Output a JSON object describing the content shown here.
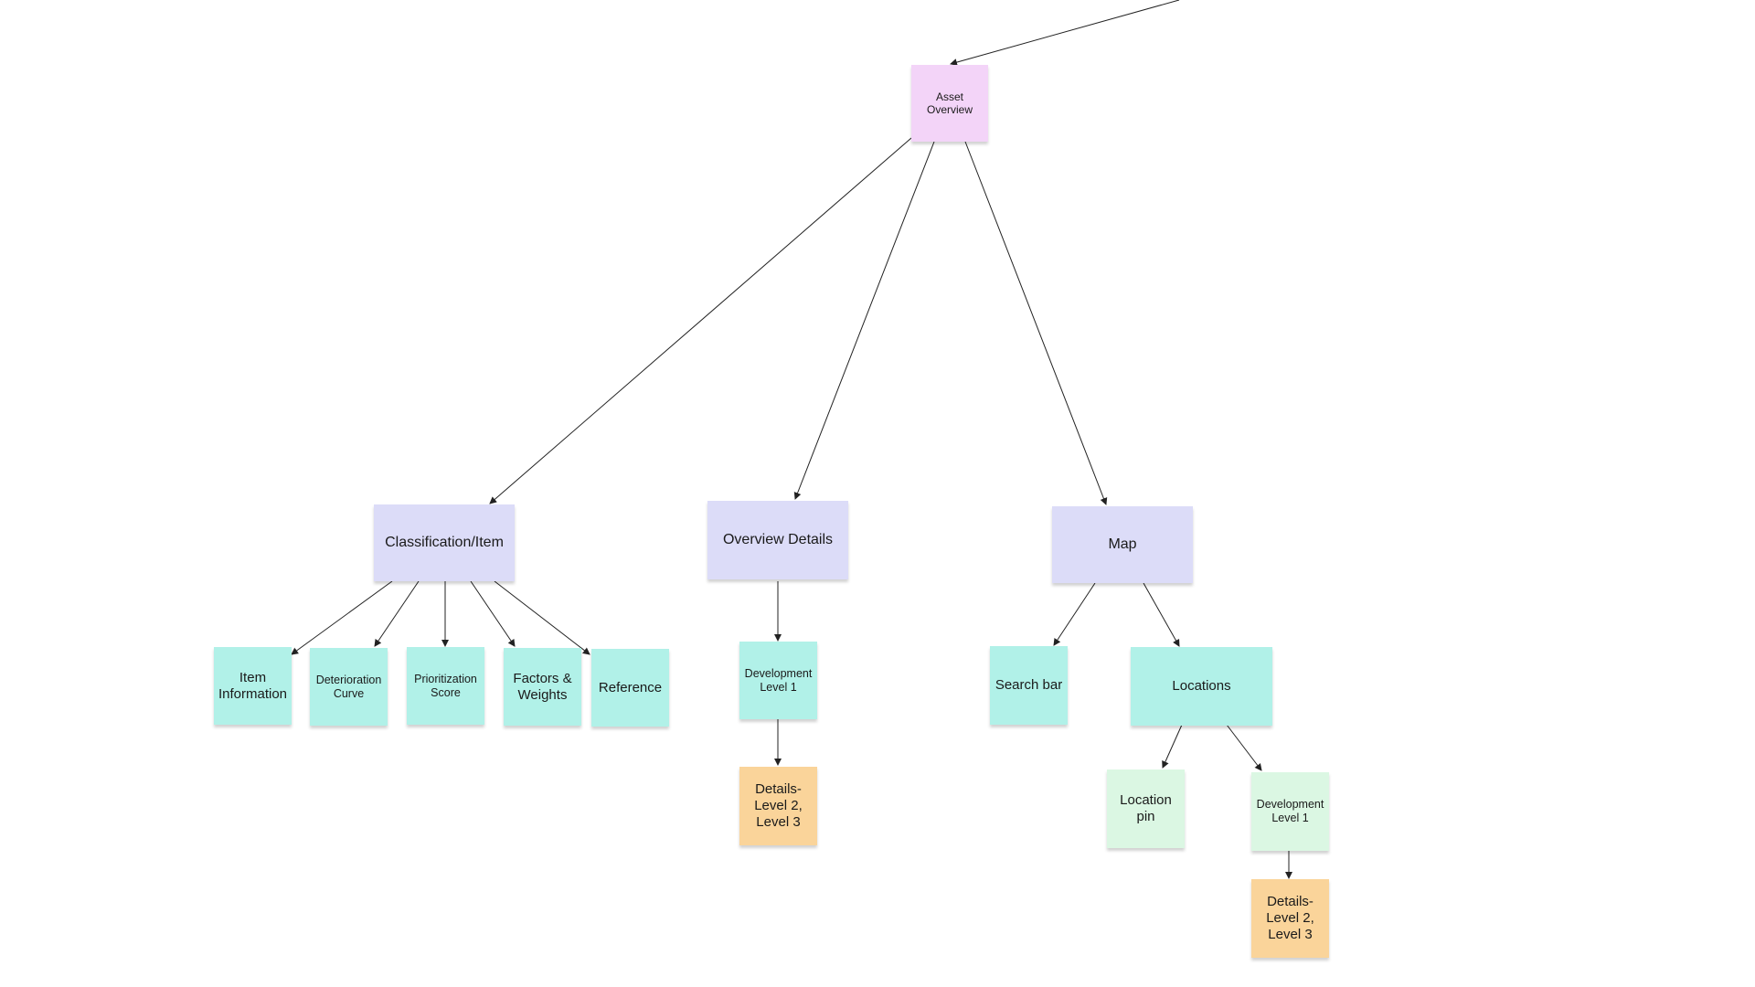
{
  "colors": {
    "root": "#f3d4f8",
    "category": "#dcdcf8",
    "leaf": "#b1f1e8",
    "leaf_light": "#dbf7e3",
    "detail": "#fad49a",
    "edge": "#222222"
  },
  "nodes": {
    "asset_overview": "Asset\nOverview",
    "classification_item": "Classification/Item",
    "overview_details": "Overview Details",
    "map": "Map",
    "item_information": "Item\nInformation",
    "deterioration_curve": "Deterioration\nCurve",
    "prioritization_score": "Prioritization\nScore",
    "factors_weights": "Factors &\nWeights",
    "reference": "Reference",
    "development_level_1_overview": "Development\nLevel 1",
    "details_level_2_3_overview": "Details-\nLevel 2,\nLevel 3",
    "search_bar": "Search bar",
    "locations": "Locations",
    "location_pin": "Location\npin",
    "development_level_1_map": "Development\nLevel 1",
    "details_level_2_3_map": "Details-\nLevel 2,\nLevel 3"
  }
}
